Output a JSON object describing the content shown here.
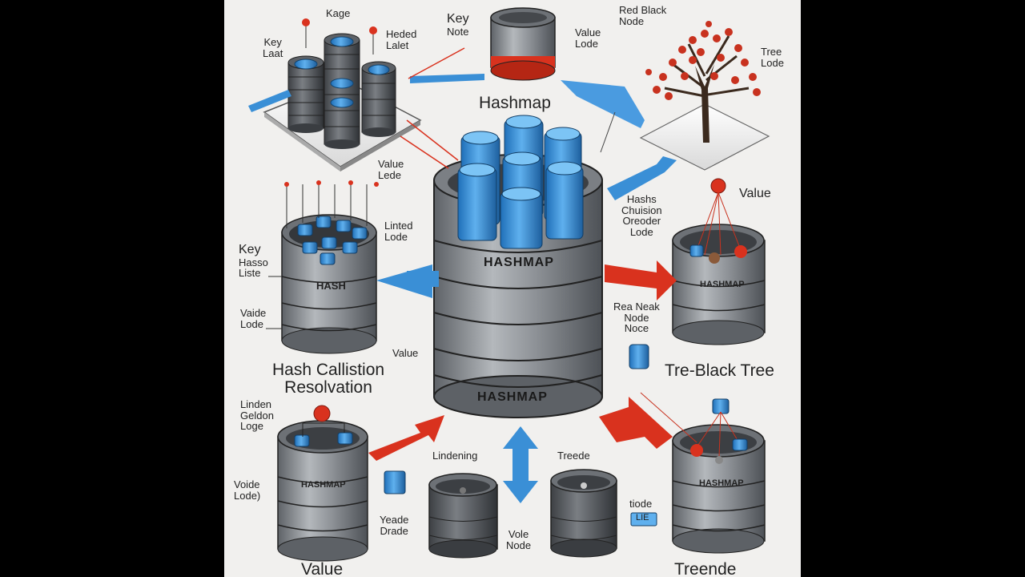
{
  "top": {
    "kage": "Kage",
    "key_label": [
      "Key",
      "Laat"
    ],
    "heded_label": [
      "Heded",
      "Lalet"
    ],
    "key_note": [
      "Key",
      "Note"
    ],
    "value_lode": [
      "Value",
      "Lode"
    ],
    "red_black_node": [
      "Red Black",
      "Node"
    ],
    "tree_lode": [
      "Tree",
      "Lode"
    ],
    "hashmap_caption": "Hashmap",
    "value_small": [
      "Value",
      "Lede"
    ]
  },
  "center": {
    "band_upper": "HASHMAP",
    "band_lower": "HASHMAP"
  },
  "left_mid": {
    "linted_lode": [
      "Linted",
      "Lode"
    ],
    "key_list": [
      "Key",
      "Hasso",
      "Liste"
    ],
    "hash_band": "HASH",
    "vaide_lode": [
      "Vaide",
      "Lode"
    ],
    "value": "Value",
    "title": [
      "Hash Callistion",
      "Resolvation"
    ]
  },
  "right_mid": {
    "value": "Value",
    "hash_collision": [
      "Hashs",
      "Chuision",
      "Oreoder",
      "Lode"
    ],
    "hash_band": "HASHMAP",
    "red_neat_node": [
      "Rea Neak",
      "Node",
      "Noce"
    ],
    "title": "Tre-Black Tree"
  },
  "bottom": {
    "linden_lode": [
      "Linden",
      "Geldon",
      "Loge"
    ],
    "voide_lode": [
      "Voide",
      "Lode)"
    ],
    "band_left": "HASHMAP",
    "yeade_drade": [
      "Yeade",
      "Drade"
    ],
    "lindening": "Lindening",
    "trede": "Treede",
    "vole_node": [
      "Vole",
      "Node"
    ],
    "tiode": "tiode",
    "lie": "LIE",
    "band_right": "HASHMAP",
    "value_bottom": "Value",
    "treende": "Treende"
  },
  "colors": {
    "accent_blue": "#3a8fd6",
    "accent_red": "#d9321e",
    "steel": "#8a8e93",
    "background": "#f1f0ee"
  }
}
